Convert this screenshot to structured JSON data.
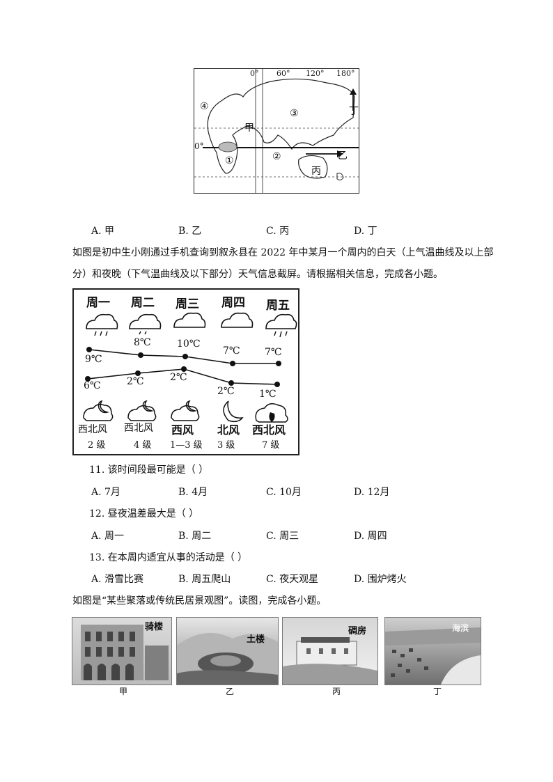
{
  "map": {
    "longitudes": [
      "0°",
      "60°",
      "120°",
      "180°"
    ],
    "equator": "0°",
    "labels": [
      "①",
      "②",
      "③",
      "④",
      "甲",
      "乙",
      "丙",
      "丁"
    ]
  },
  "q_prev_options": [
    "A. 甲",
    "B. 乙",
    "C. 丙",
    "D. 丁"
  ],
  "intro1_line1": "如图是初中生小刚通过手机查询到叙永县在 2022 年中某月一个周内的白天（上气温曲线及以上部",
  "intro1_line2": "分）和夜晚（下气温曲线及以下部分）天气信息截屏。请根据相关信息，完成各小题。",
  "weather": {
    "days": [
      "周一",
      "周二",
      "周三",
      "周四",
      "周五"
    ],
    "day_temps": [
      "9℃",
      "8℃",
      "10℃",
      "7℃",
      "7℃"
    ],
    "night_temps": [
      "6℃",
      "2℃",
      "2℃",
      "2℃",
      "1℃"
    ],
    "winds": [
      "西北风",
      "西北风",
      "西风",
      "北风",
      "西北风"
    ],
    "levels": [
      "2 级",
      "4 级",
      "1—3 级",
      "3 级",
      "7 级"
    ]
  },
  "questions": [
    {
      "stem": "11.   该时间段最可能是（        ）",
      "options": [
        "A. 7月",
        "B. 4月",
        "C. 10月",
        "D. 12月"
      ]
    },
    {
      "stem": "12.   昼夜温差最大是（        ）",
      "options": [
        "A.  周一",
        "B.  周二",
        "C.  周三",
        "D.  周四"
      ]
    },
    {
      "stem": "13.   在本周内适宜从事的活动是（        ）",
      "options": [
        "A.  滑雪比赛",
        "B.  周五爬山",
        "C.  夜天观星",
        "D.  围炉烤火"
      ]
    }
  ],
  "intro2": "如图是“某些聚落或传统民居景观图”。读图，完成各小题。",
  "photos": [
    {
      "label": "骑楼",
      "caption": "甲"
    },
    {
      "label": "土楼",
      "caption": "乙"
    },
    {
      "label": "碉房",
      "caption": "丙"
    },
    {
      "label": "海滨",
      "caption": "丁"
    }
  ]
}
